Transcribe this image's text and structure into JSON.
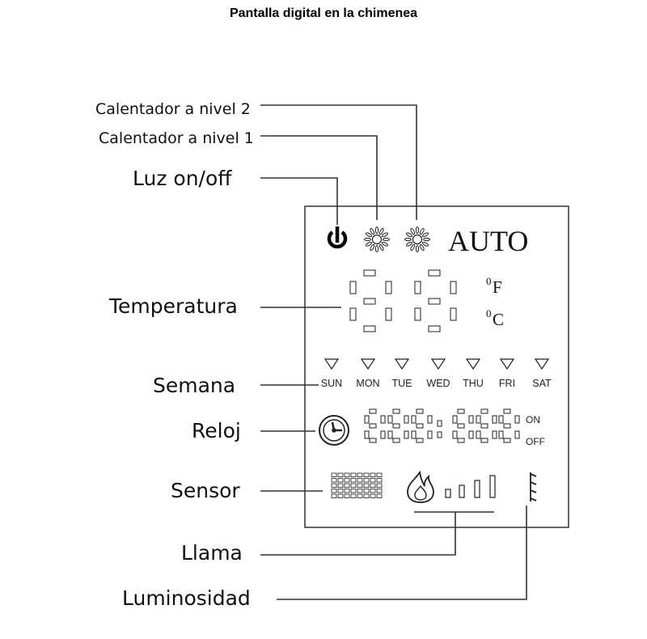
{
  "title": "Pantalla digital en la chimenea",
  "labels": {
    "heater2": "Calentador a nivel 2",
    "heater1": "Calentador a nivel 1",
    "light": "Luz on/off",
    "temperature": "Temperatura",
    "week": "Semana",
    "clock": "Reloj",
    "sensor": "Sensor",
    "flame": "Llama",
    "brightness": "Luminosidad"
  },
  "display": {
    "mode": "AUTO",
    "unit_f": "F",
    "unit_c": "C",
    "unit_prefix": "0",
    "days": [
      "SUN",
      "MON",
      "TUE",
      "WED",
      "THU",
      "FRI",
      "SAT"
    ],
    "timer_on": "ON",
    "timer_off": "OFF"
  }
}
